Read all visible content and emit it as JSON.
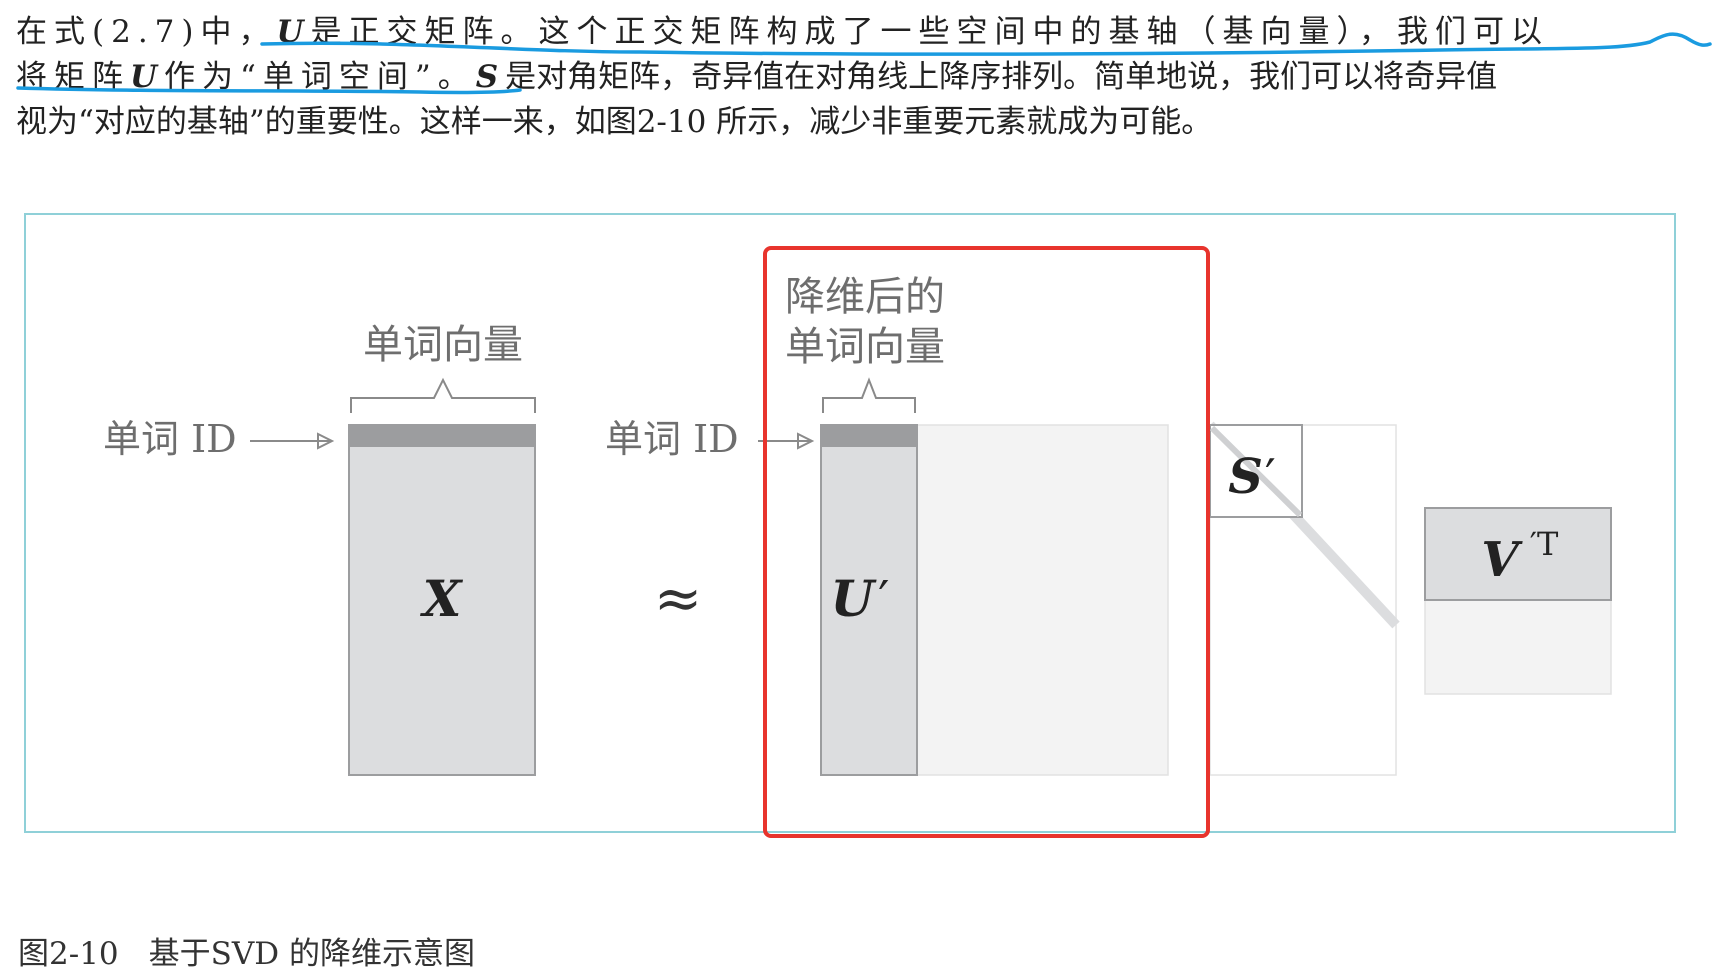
{
  "paragraph": {
    "line1": {
      "prefix": "在式(2.7)中，",
      "math_u": "U",
      "text_a": "是正交矩阵。这个正交矩阵构成了一些空间中的基轴（基向量），我们可以"
    },
    "line2": {
      "text_a": "将矩阵",
      "math_u": "U",
      "text_b": "作为“单词空间”。",
      "math_s": "S",
      "text_c": "是对角矩阵，奇异值在对角线上降序排列。简单地说，我们可以将奇异值"
    },
    "line3": "视为“对应的基轴”的重要性。这样一来，如图2-10 所示，减少非重要元素就成为可能。"
  },
  "figure": {
    "label_word_vector": "单词向量",
    "label_word_id_left": "单词 ID",
    "label_word_id_right": "单词 ID",
    "label_reduced_line1": "降维后的",
    "label_reduced_line2": "单词向量",
    "matrix_x": "X",
    "approx_symbol": "≈",
    "matrix_u": "U",
    "prime": "′",
    "matrix_s": "S",
    "matrix_v": "V",
    "v_superscript": "′T"
  },
  "caption": {
    "number": "图2-10",
    "title": "基于SVD 的降维示意图"
  },
  "colors": {
    "frame": "#8fd0d8",
    "highlight_box": "#e8342d",
    "pen_underline": "#1a9be0",
    "matrix_fill": "#dcdddf",
    "matrix_header": "#9c9d9f",
    "faded_fill": "#f3f3f3"
  }
}
